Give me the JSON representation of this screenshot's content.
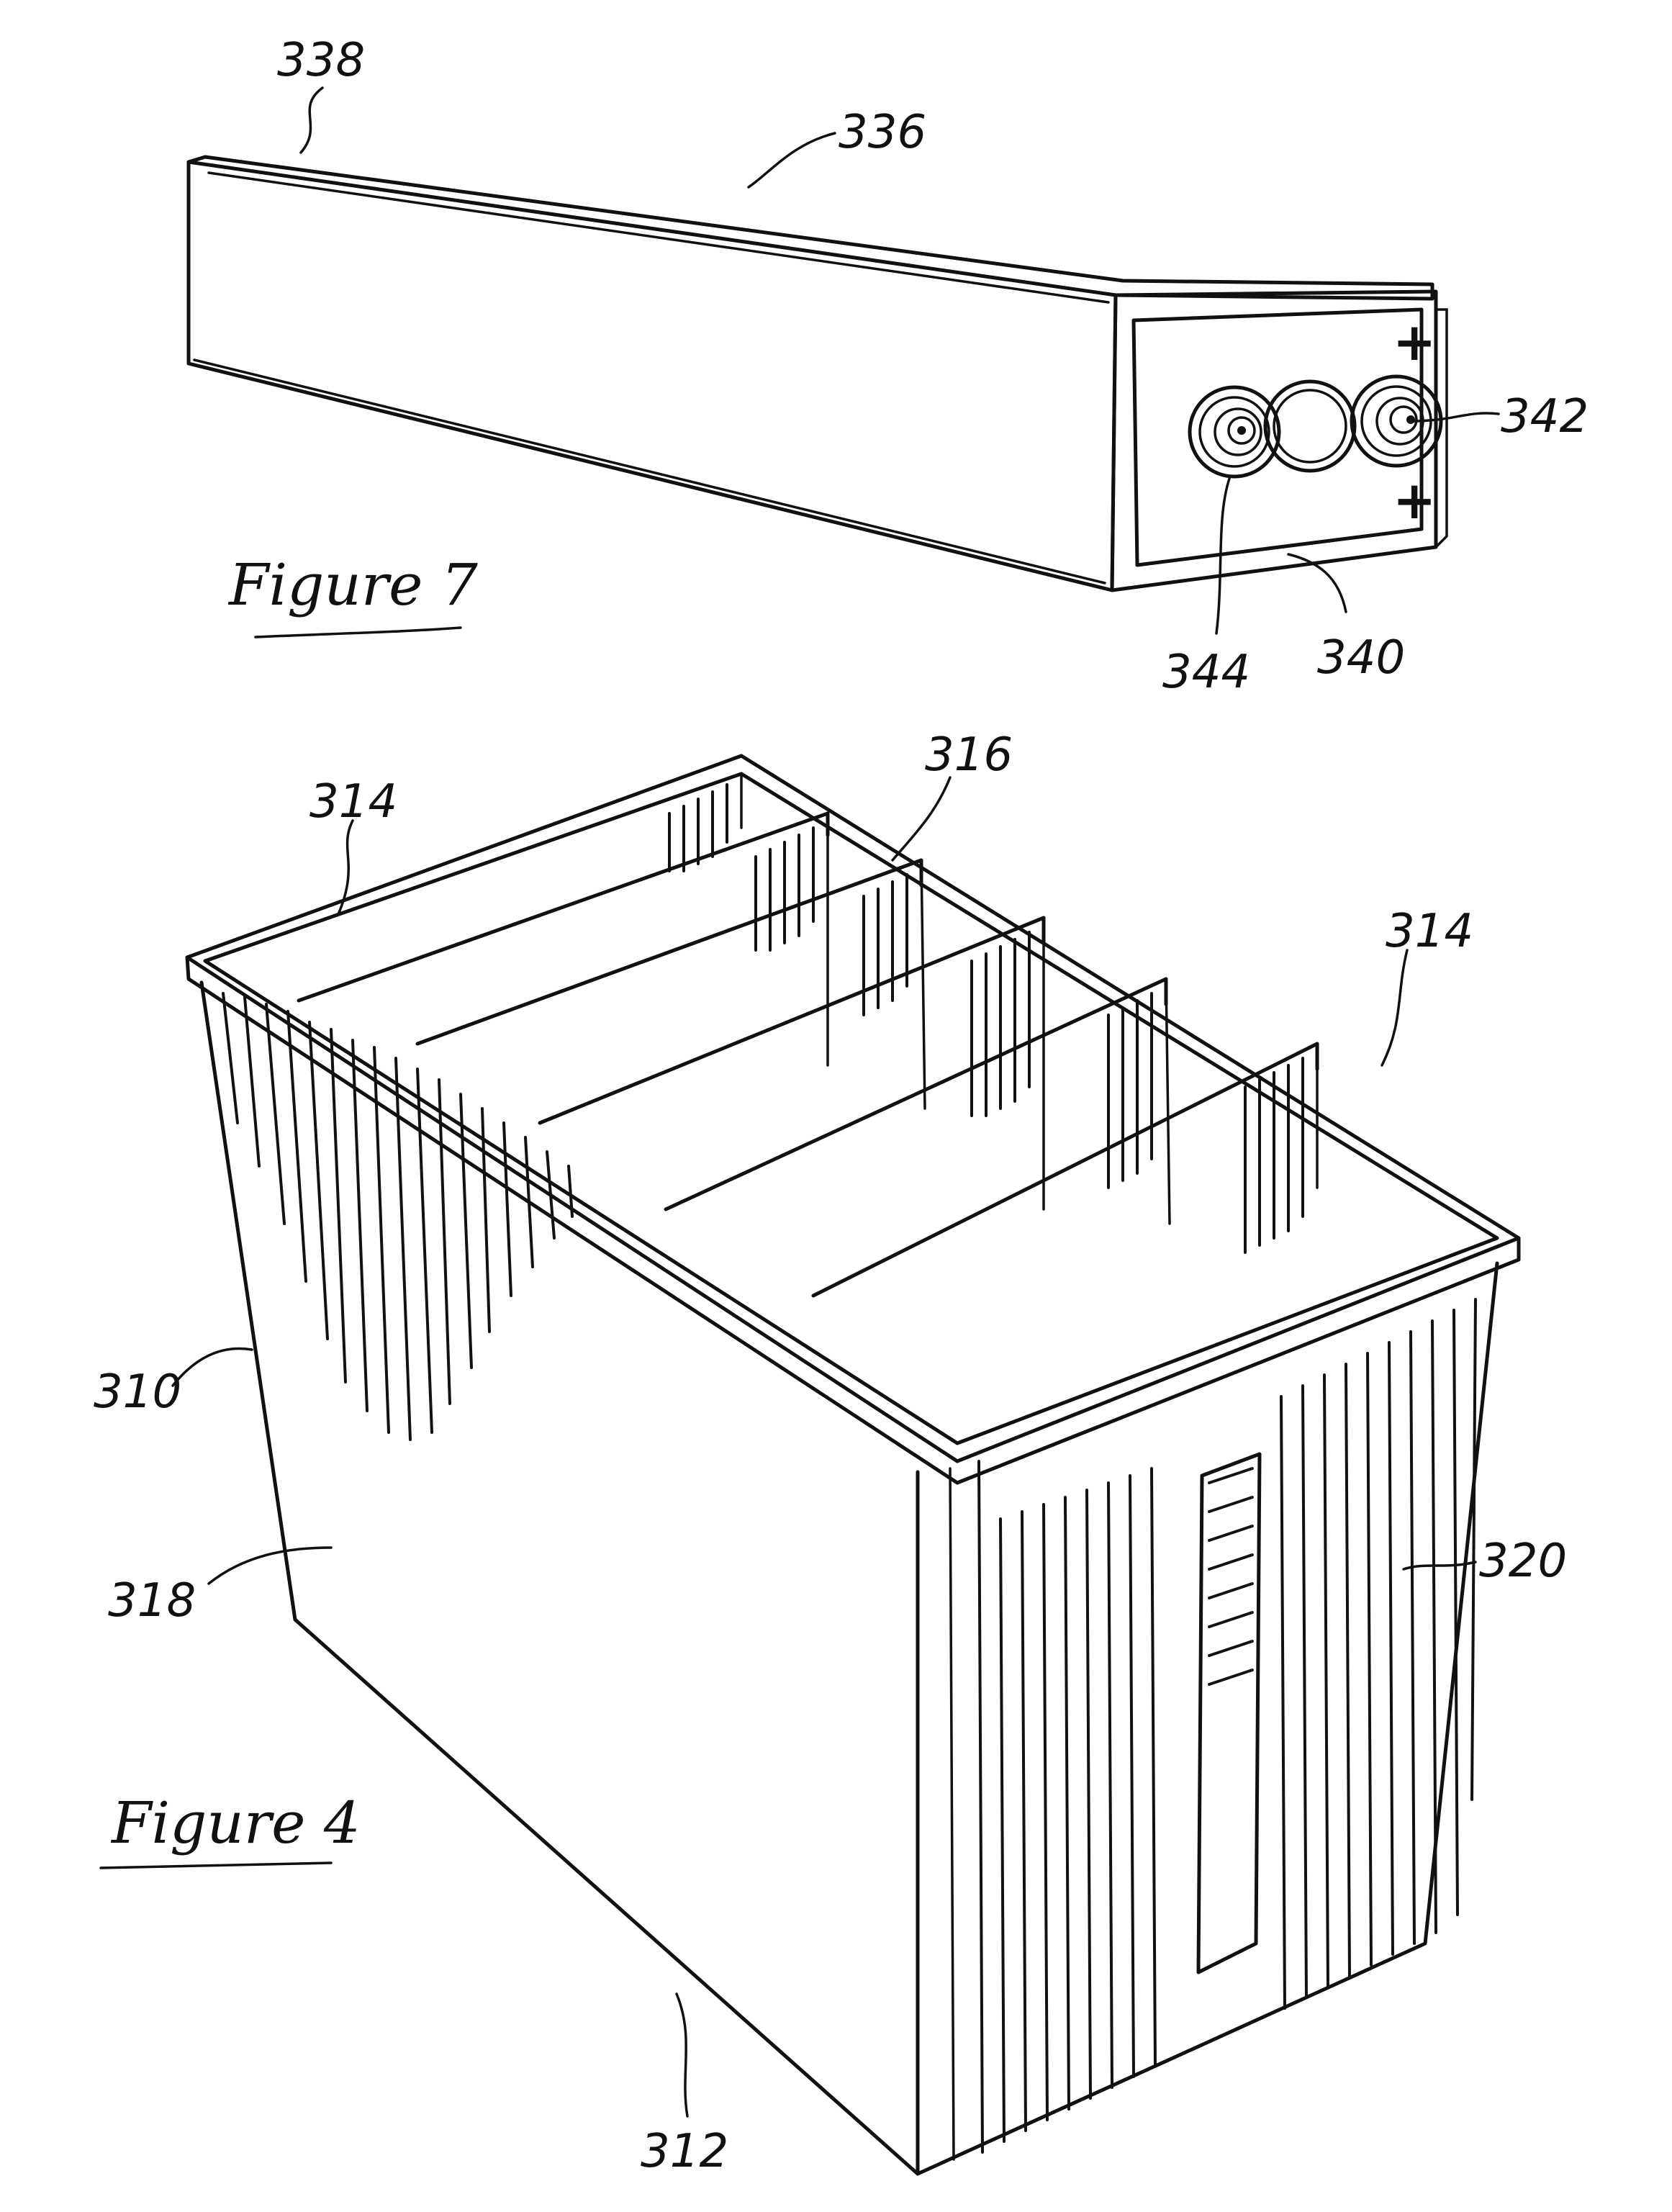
{
  "figures": {
    "fig7": {
      "caption": "Figure 7",
      "terminal_signs": [
        "+",
        "+"
      ],
      "labels": {
        "l338": "338",
        "l336": "336",
        "l342": "342",
        "l344": "344",
        "l340": "340"
      }
    },
    "fig4": {
      "caption": "Figure 4",
      "labels": {
        "l314a": "314",
        "l316": "316",
        "l314b": "314",
        "l310": "310",
        "l318": "318",
        "l320": "320",
        "l312": "312"
      }
    }
  }
}
